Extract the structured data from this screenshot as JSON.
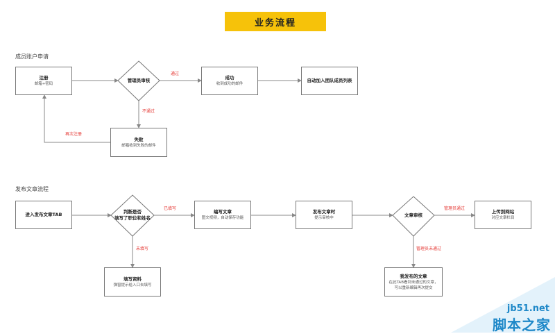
{
  "title": "业务流程",
  "section1": {
    "label": "成员账户申请",
    "register": {
      "title": "注册",
      "sub": "邮箱+密码"
    },
    "review": "管理员审核",
    "pass": "通过",
    "fail": "不通过",
    "success": {
      "title": "成功",
      "sub": "收到成功的邮件"
    },
    "auto_join": "自动加入团队成员列表",
    "failed": {
      "title": "失败",
      "sub": "邮箱收到失败的邮件"
    },
    "re_register": "再次注册"
  },
  "section2": {
    "label": "发布文章流程",
    "enter": "进入发布文章TAB",
    "check": "判断是否\n填写了职位和姓名",
    "filled": "已填写",
    "not_filled": "未填写",
    "write": {
      "title": "编写文章",
      "sub": "图文视频，自动保存功能"
    },
    "published": {
      "title": "发布文章时",
      "sub": "提示审核中"
    },
    "review": "文章审核",
    "approved": "管理员通过",
    "rejected": "管理员未通过",
    "upload": {
      "title": "上传到网站",
      "sub": "对应文章栏目"
    },
    "fill_info": {
      "title": "填写资料",
      "sub": "弹窗提示给入口去填写"
    },
    "my_articles": {
      "title": "我发布的文章",
      "sub": "在此TAB看到未通过的文章，可以重新编辑再次提交"
    }
  },
  "watermark": {
    "url": "jb51.net",
    "name": "脚本之家"
  },
  "colors": {
    "banner": "#f6c20a",
    "label_red": "#e53935",
    "line": "#888888",
    "watermark": "#1e88c8"
  }
}
